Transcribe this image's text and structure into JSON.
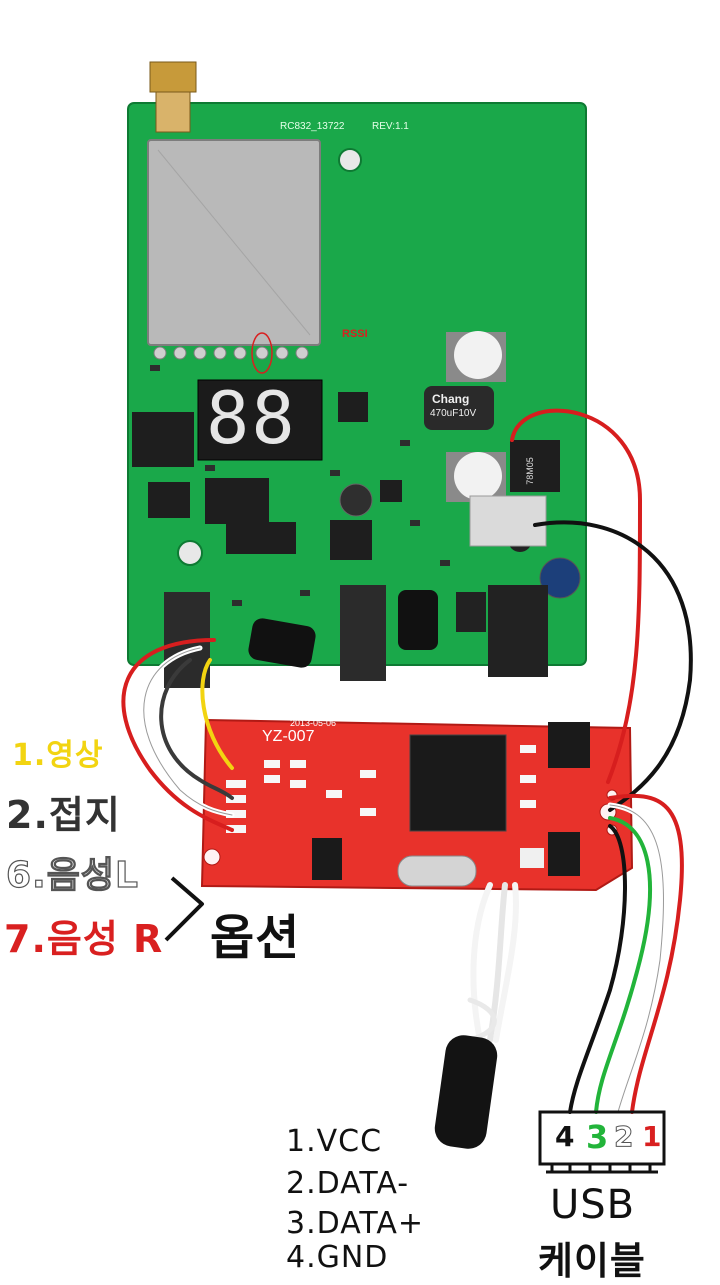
{
  "receiver_board": {
    "model_label": "RC832_13722",
    "revision_label": "REV:1.1",
    "rssi_label": "RSSI",
    "segment_display": "88",
    "capacitor_label": "Chang",
    "capacitor_value": "470uF10V",
    "regulator_label": "78M05"
  },
  "capture_board": {
    "model_label": "YZ-007",
    "date_label": "2013-05-06"
  },
  "left_notes": {
    "line1": "1.영상",
    "line2": "2.접지",
    "line3": "6.음성L",
    "line4": "7.음성 R",
    "option": "옵션"
  },
  "usb_pins": {
    "pin4": "4",
    "pin3": "3",
    "pin2": "2",
    "pin1": "1"
  },
  "usb_caption": {
    "line1": "USB",
    "line2": "케이블"
  },
  "pinout": {
    "line1": "1.VCC",
    "line2": "2.DATA-",
    "line3": "3.DATA+",
    "line4": "4.GND"
  },
  "colors": {
    "pcb_green": "#1aa84a",
    "pcb_red": "#e8322b",
    "shield_silver": "#b9b9b9",
    "note_yellow": "#f2d411",
    "note_red": "#d92020",
    "wire_green": "#22b43a"
  }
}
